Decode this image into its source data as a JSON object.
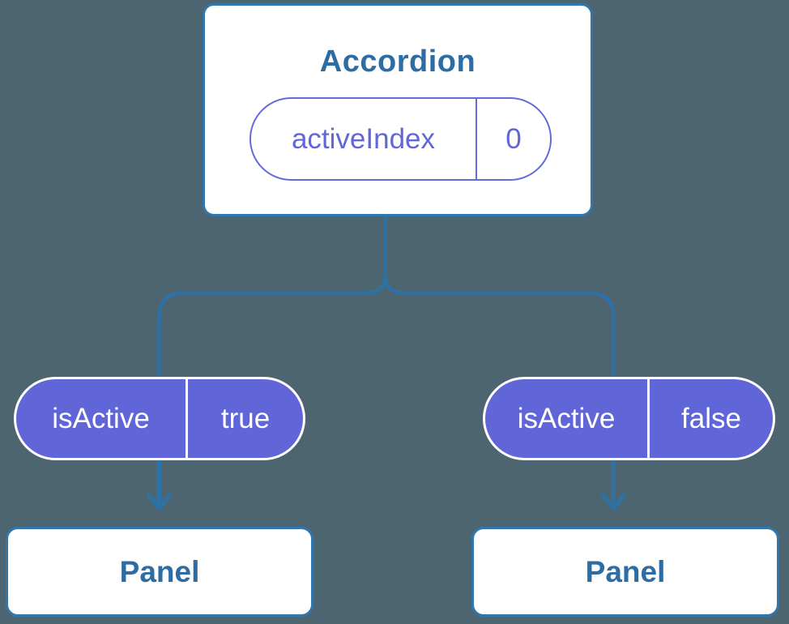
{
  "diagram": {
    "root": {
      "title": "Accordion",
      "prop": {
        "name": "activeIndex",
        "value": "0"
      }
    },
    "children": [
      {
        "prop": {
          "name": "isActive",
          "value": "true"
        },
        "panel": {
          "label": "Panel"
        }
      },
      {
        "prop": {
          "name": "isActive",
          "value": "false"
        },
        "panel": {
          "label": "Panel"
        }
      }
    ],
    "colors": {
      "background": "#4d6570",
      "connector": "#2d72a6",
      "box_border": "#2f77ad",
      "box_fill": "#ffffff",
      "heading_text": "#2d6da4",
      "pill_fill": "#6065d8",
      "pill_outline": "#646ad8",
      "pill_text_on_white": "#6166d8",
      "pill_text_on_purple": "#ffffff"
    }
  }
}
